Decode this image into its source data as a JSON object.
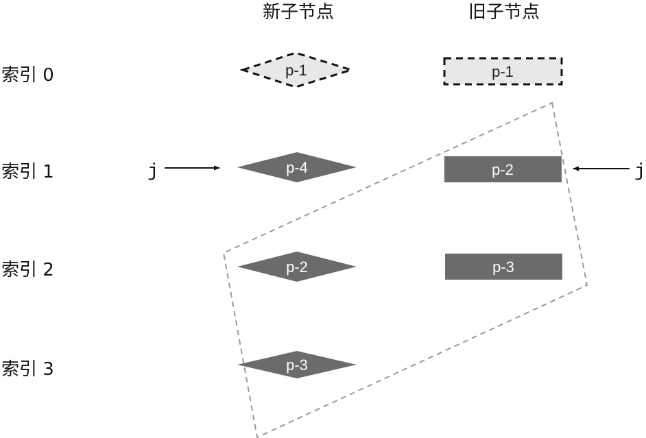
{
  "colors": {
    "node_dark": "#6b6b6b",
    "node_light": "#e8e8e8",
    "dashed_frame": "#999999"
  },
  "headers": {
    "new": "新子节点",
    "old": "旧子节点"
  },
  "indices": [
    "索引 0",
    "索引 1",
    "索引 2",
    "索引 3"
  ],
  "new_nodes": [
    "p-1",
    "p-4",
    "p-2",
    "p-3"
  ],
  "old_nodes": [
    "p-1",
    "p-2",
    "p-3"
  ],
  "pointers": {
    "new": "j",
    "old": "j"
  },
  "icons": [
    "arrow-right-icon",
    "arrow-left-icon"
  ]
}
